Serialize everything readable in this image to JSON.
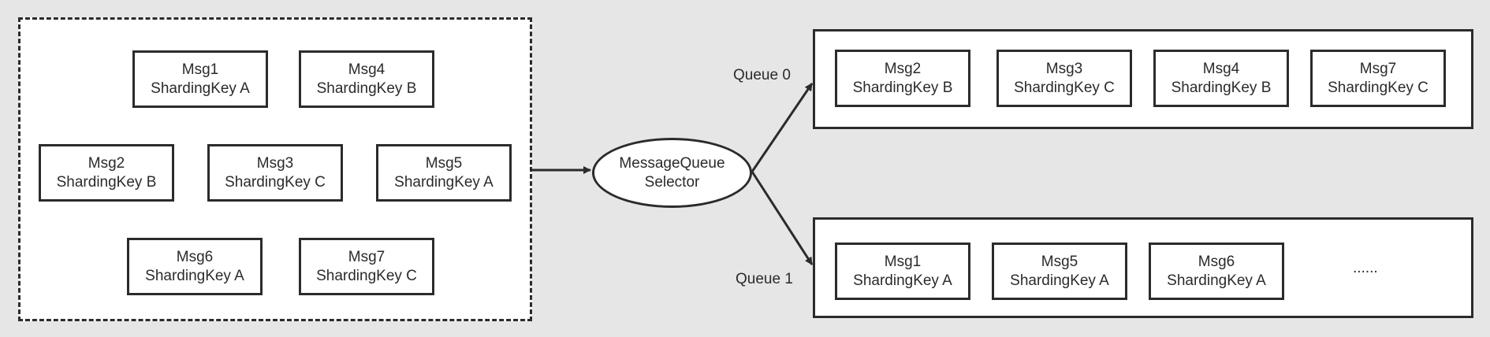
{
  "producer": {
    "messages": [
      {
        "name": "Msg1",
        "key": "ShardingKey A"
      },
      {
        "name": "Msg4",
        "key": "ShardingKey B"
      },
      {
        "name": "Msg2",
        "key": "ShardingKey B"
      },
      {
        "name": "Msg3",
        "key": "ShardingKey C"
      },
      {
        "name": "Msg5",
        "key": "ShardingKey A"
      },
      {
        "name": "Msg6",
        "key": "ShardingKey A"
      },
      {
        "name": "Msg7",
        "key": "ShardingKey C"
      }
    ]
  },
  "selector": {
    "line1": "MessageQueue",
    "line2": "Selector"
  },
  "queues": [
    {
      "label": "Queue 0",
      "messages": [
        {
          "name": "Msg2",
          "key": "ShardingKey B"
        },
        {
          "name": "Msg3",
          "key": "ShardingKey C"
        },
        {
          "name": "Msg4",
          "key": "ShardingKey B"
        },
        {
          "name": "Msg7",
          "key": "ShardingKey C"
        }
      ]
    },
    {
      "label": "Queue 1",
      "messages": [
        {
          "name": "Msg1",
          "key": "ShardingKey A"
        },
        {
          "name": "Msg5",
          "key": "ShardingKey A"
        },
        {
          "name": "Msg6",
          "key": "ShardingKey A"
        }
      ],
      "more": "......"
    }
  ],
  "colors": {
    "background": "#e6e6e6",
    "stroke": "#2b2b2b",
    "fill": "#ffffff"
  }
}
